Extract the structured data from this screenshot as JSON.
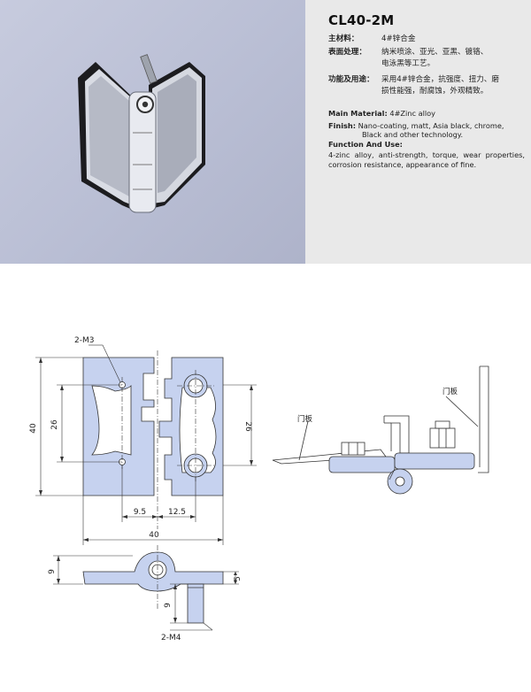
{
  "product": {
    "model": "CL40-2M"
  },
  "spec_cn": {
    "material_label": "主材料：",
    "material_value": "4#锌合金",
    "finish_label": "表面处理：",
    "finish_value_1": "纳米喷涂、亚光、亚黑、镀铬、",
    "finish_value_2": "电泳黑等工艺。",
    "function_label": "功能及用途：",
    "function_value_1": "采用4#锌合金，抗强度、扭力、磨",
    "function_value_2": "损性能强，耐腐蚀，外观精致。"
  },
  "spec_en": {
    "material_label": "Main Material:",
    "material_value": "4#Zinc alloy",
    "finish_label": "Finish:",
    "finish_value_1": "Nano-coating, matt, Asia black, chrome,",
    "finish_value_2": "Black and other technology.",
    "function_label": "Function And Use:",
    "function_value": "4-zinc alloy, anti-strength, torque, wear properties, corrosion resistance, appearance of fine."
  },
  "drawing": {
    "hole_label_top": "2-M3",
    "dim_height_total": "40",
    "dim_height_inner_left": "26",
    "dim_height_inner_right": "26",
    "dim_offset_left": "9.5",
    "dim_offset_right": "12.5",
    "dim_width_total": "40",
    "door_label_left": "门板",
    "door_label_right": "门板",
    "side_dim_thickness": "9",
    "side_dim_plate": "5",
    "side_dim_stud": "9",
    "stud_label": "2-M4"
  },
  "colors": {
    "photo_bg": "#b9bed4",
    "spec_bg": "#e9e9e9",
    "part_fill": "#c6d2ef",
    "line": "#333333"
  }
}
